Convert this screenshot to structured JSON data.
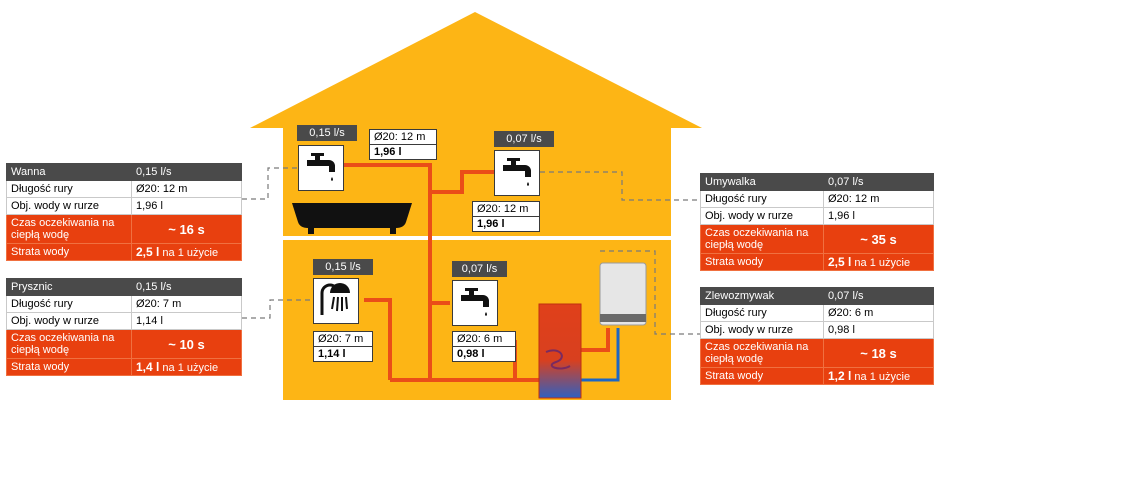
{
  "colors": {
    "house": "#fdb515",
    "pipe_hot": "#ea4d18",
    "pipe_cold": "#1d66c4",
    "panel_dark": "#4a4a4a",
    "highlight": "#e8400f"
  },
  "fixtures": {
    "bath_tap": {
      "icon": "faucet-icon",
      "flow": "0,15 l/s",
      "pipe": "Ø20: 12 m",
      "volume": "1,96 l"
    },
    "basin_tap": {
      "icon": "faucet-icon",
      "flow": "0,07 l/s",
      "pipe": "Ø20: 12 m",
      "volume": "1,96 l"
    },
    "shower": {
      "icon": "shower-icon",
      "flow": "0,15 l/s",
      "pipe": "Ø20: 7 m",
      "volume": "1,14 l"
    },
    "sink_tap": {
      "icon": "faucet-icon",
      "flow": "0,07 l/s",
      "pipe": "Ø20: 6 m",
      "volume": "0,98 l"
    }
  },
  "tables": {
    "wanna": {
      "name": "Wanna",
      "flow": "0,15 l/s",
      "pipe_label": "Długość rury",
      "pipe": "Ø20: 12 m",
      "vol_label": "Obj. wody w rurze",
      "vol": "1,96 l",
      "wait_label": "Czas oczekiwania na ciepłą wodę",
      "wait": "~ 16 s",
      "loss_label": "Strata wody",
      "loss": "2,5 l",
      "loss_suffix": "na 1 użycie"
    },
    "prysznic": {
      "name": "Prysznic",
      "flow": "0,15 l/s",
      "pipe_label": "Długość rury",
      "pipe": "Ø20: 7 m",
      "vol_label": "Obj. wody w rurze",
      "vol": "1,14 l",
      "wait_label": "Czas oczekiwania na ciepłą wodę",
      "wait": "~ 10 s",
      "loss_label": "Strata wody",
      "loss": "1,4 l",
      "loss_suffix": "na 1 użycie"
    },
    "umywalka": {
      "name": "Umywalka",
      "flow": "0,07 l/s",
      "pipe_label": "Długość rury",
      "pipe": "Ø20: 12 m",
      "vol_label": "Obj. wody w rurze",
      "vol": "1,96 l",
      "wait_label": "Czas oczekiwania na ciepłą wodę",
      "wait": "~ 35 s",
      "loss_label": "Strata wody",
      "loss": "2,5 l",
      "loss_suffix": "na 1 użycie"
    },
    "zlewozmywak": {
      "name": "Zlewozmywak",
      "flow": "0,07 l/s",
      "pipe_label": "Długość rury",
      "pipe": "Ø20: 6 m",
      "vol_label": "Obj. wody w rurze",
      "vol": "0,98 l",
      "wait_label": "Czas oczekiwania na ciepłą wodę",
      "wait": "~ 18 s",
      "loss_label": "Strata wody",
      "loss": "1,2 l",
      "loss_suffix": "na 1 użycie"
    }
  }
}
